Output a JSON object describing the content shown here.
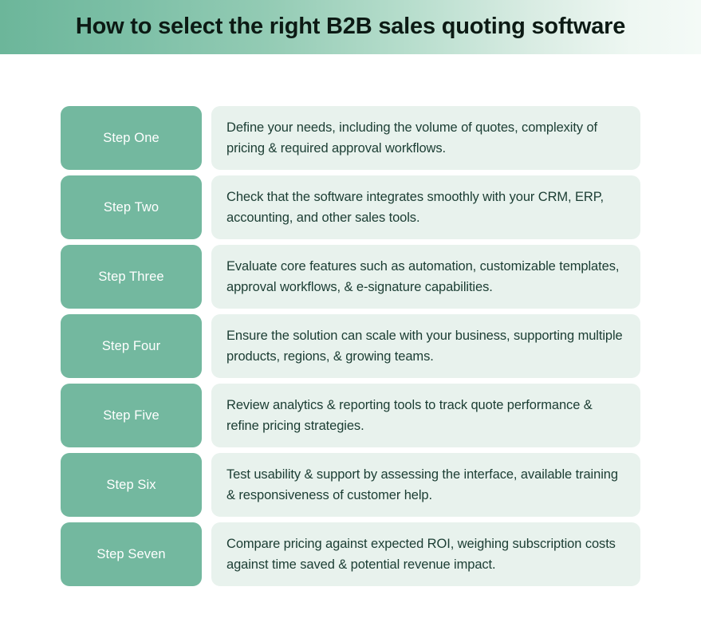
{
  "header": {
    "title": "How to select the right B2B sales quoting software",
    "gradient_from": "#6cb69a",
    "gradient_to": "#f4faf7"
  },
  "theme": {
    "page_background": "#ffffff",
    "step_chip_background": "#73b89f",
    "step_chip_text": "#ffffff",
    "description_background": "#e8f2ed",
    "description_text": "#1b3d33",
    "title_text": "#0c1a14"
  },
  "steps": [
    {
      "label": "Step One",
      "description": "Define your needs, including the volume of quotes, complexity of pricing & required approval workflows."
    },
    {
      "label": "Step Two",
      "description": "Check that the software integrates smoothly with your CRM, ERP, accounting, and other sales tools."
    },
    {
      "label": "Step Three",
      "description": "Evaluate core features such as automation, customizable templates, approval workflows, & e-signature capabilities."
    },
    {
      "label": "Step Four",
      "description": "Ensure the solution can scale with your business, supporting multiple products, regions, & growing teams."
    },
    {
      "label": "Step Five",
      "description": "Review analytics & reporting tools to track quote performance & refine pricing strategies."
    },
    {
      "label": "Step Six",
      "description": "Test usability & support by assessing the interface, available training & responsiveness of customer help."
    },
    {
      "label": "Step Seven",
      "description": "Compare pricing against expected ROI, weighing subscription costs against time saved & potential revenue impact."
    }
  ]
}
